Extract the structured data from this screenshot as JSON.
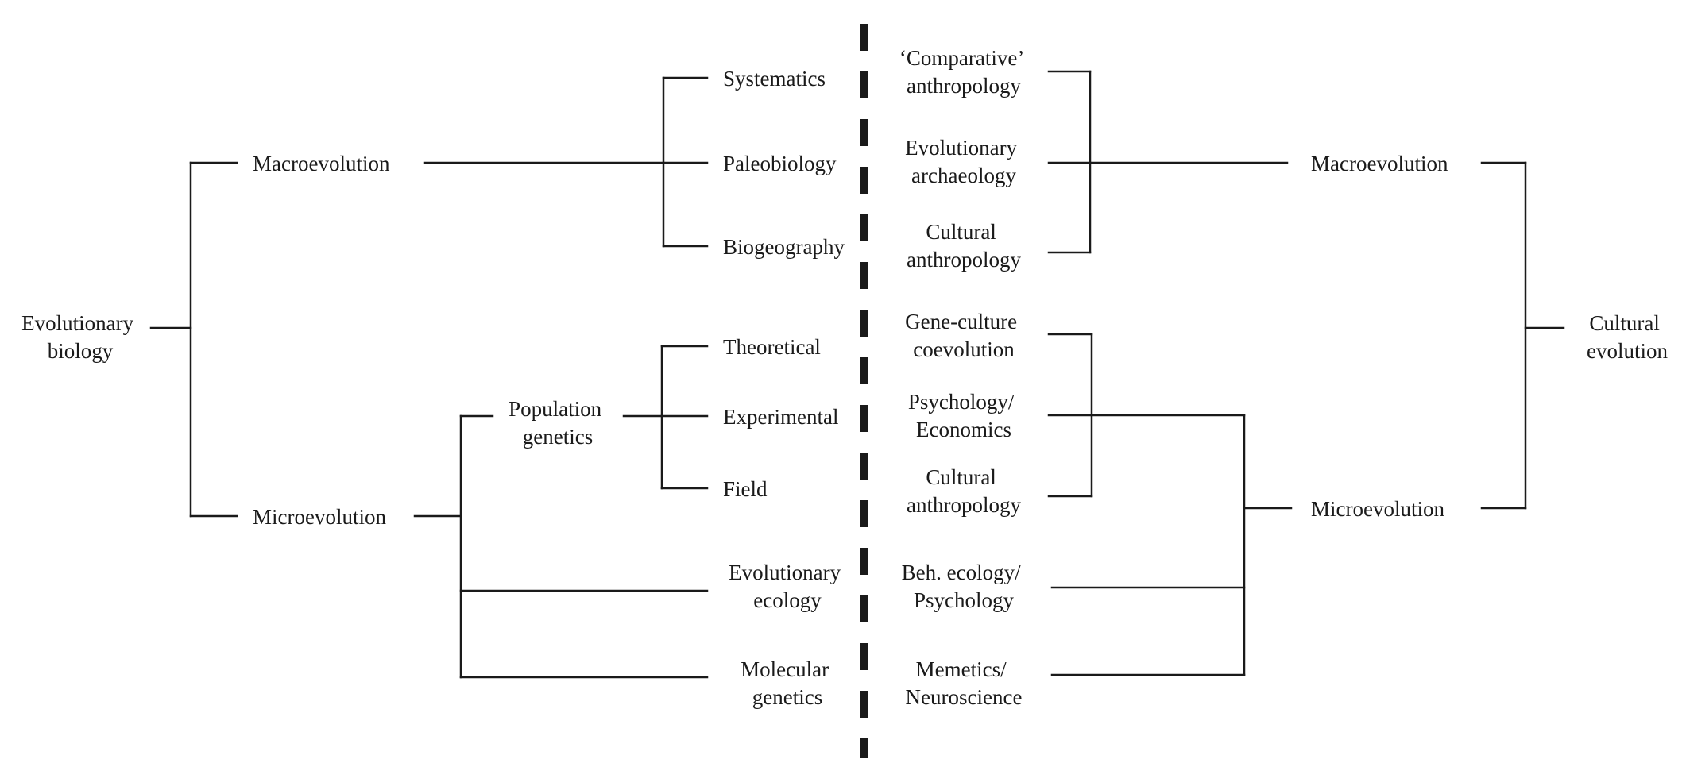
{
  "left": {
    "root": [
      "Evolutionary",
      "biology"
    ],
    "macro": "Macroevolution",
    "micro": "Microevolution",
    "systematics": "Systematics",
    "paleobiology": "Paleobiology",
    "biogeography": "Biogeography",
    "population_genetics": [
      "Population",
      "genetics"
    ],
    "theoretical": "Theoretical",
    "experimental": "Experimental",
    "field": "Field",
    "evolutionary_ecology": [
      "Evolutionary",
      "ecology"
    ],
    "molecular_genetics": [
      "Molecular",
      "genetics"
    ]
  },
  "right": {
    "root": [
      "Cultural",
      "evolution"
    ],
    "macro": "Macroevolution",
    "micro": "Microevolution",
    "comparative_anthropology": [
      "‘Comparative’",
      "anthropology"
    ],
    "evolutionary_archaeology": [
      "Evolutionary",
      "archaeology"
    ],
    "cultural_anthropology_top": [
      "Cultural",
      "anthropology"
    ],
    "gene_culture": [
      "Gene-culture",
      "coevolution"
    ],
    "psychology_economics": [
      "Psychology/",
      "Economics"
    ],
    "cultural_anthropology_bottom": [
      "Cultural",
      "anthropology"
    ],
    "beh_ecology": [
      "Beh. ecology/",
      "Psychology"
    ],
    "memetics": [
      "Memetics/",
      "Neuroscience"
    ]
  }
}
